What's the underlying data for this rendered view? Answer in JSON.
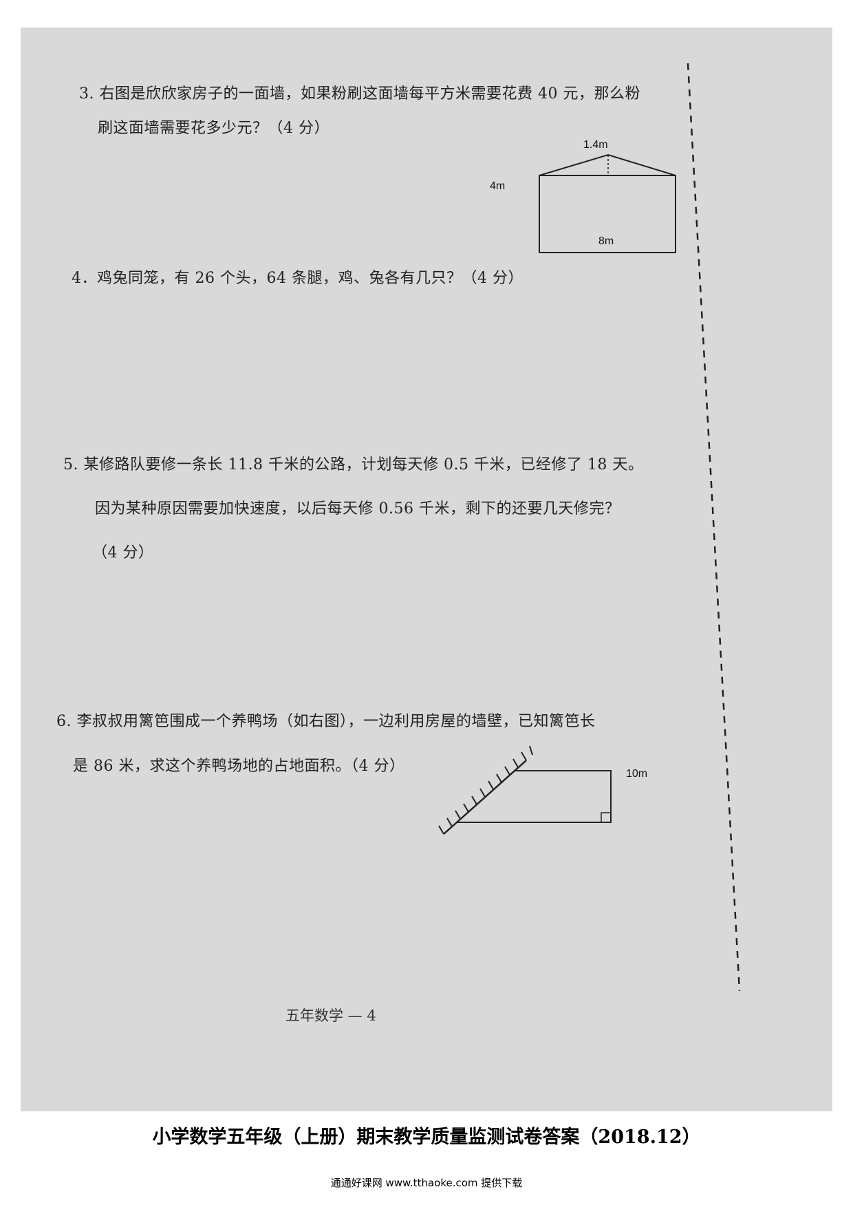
{
  "questions": [
    {
      "lines": [
        "3. 右图是欣欣家房子的一面墙，如果粉刷这面墙每平方米需要花费 40 元，那么粉",
        "刷这面墙需要花多少元？（4 分）"
      ]
    },
    {
      "lines": [
        "4．鸡兔同笼，有 26 个头，64 条腿，鸡、兔各有几只？（4 分）"
      ]
    },
    {
      "lines": [
        "5. 某修路队要修一条长 11.8 千米的公路，计划每天修 0.5 千米，已经修了 18 天。",
        "因为某种原因需要加快速度，以后每天修 0.56 千米，剩下的还要几天修完？",
        "（4 分）"
      ]
    },
    {
      "lines": [
        "6. 李叔叔用篱笆围成一个养鸭场（如右图），一边利用房屋的墙壁，已知篱笆长",
        "是 86 米，求这个养鸭场地的占地面积。（4 分）"
      ]
    }
  ],
  "figures": {
    "house_wall": {
      "roof_height": "1.4m",
      "height": "4m",
      "width": "8m"
    },
    "duck_yard": {
      "height": "10m"
    }
  },
  "footer": {
    "page_label": "五年数学 — 4"
  },
  "answer_title": "小学数学五年级（上册）期末教学质量监测试卷答案（2018.12）",
  "source_credit": "通通好课网 www.tthaoke.com 提供下载"
}
